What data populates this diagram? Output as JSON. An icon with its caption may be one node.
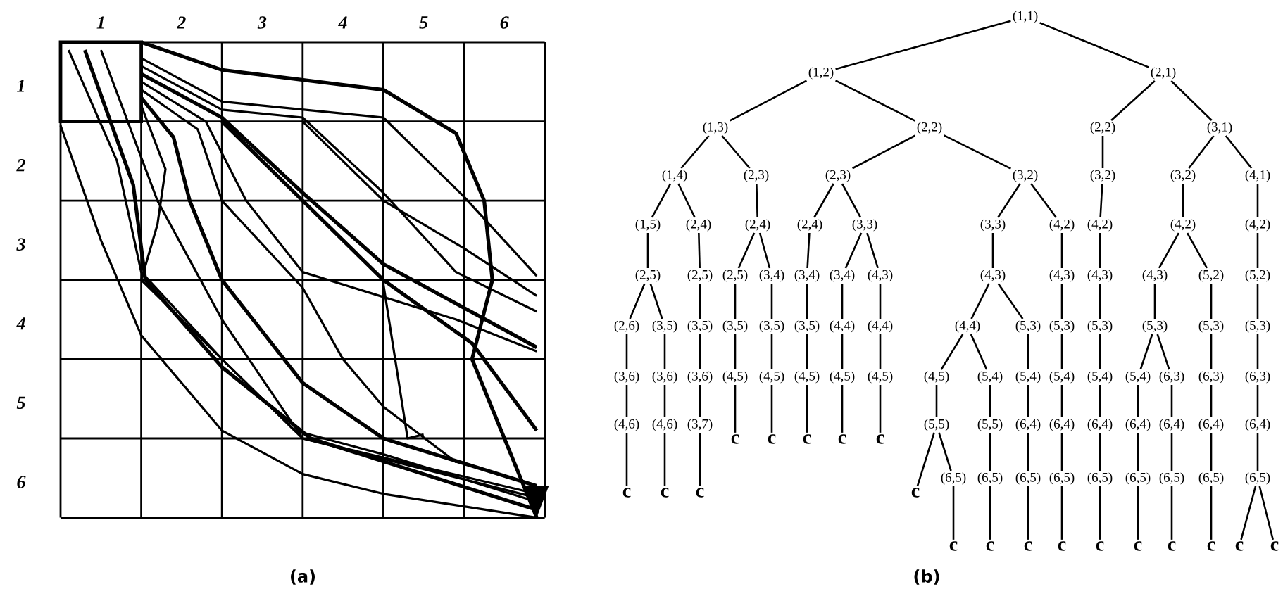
{
  "diagram": {
    "nodes": [
      {
        "text": [
          "(1,1)"
        ]
      },
      {
        "text": [
          "(1,2)"
        ]
      },
      {
        "text": [
          "(2,1)"
        ]
      },
      {
        "text": [
          "(1,3)"
        ]
      },
      {
        "text": [
          "(2,2)"
        ]
      },
      {
        "text": [
          "(2,2)"
        ]
      },
      {
        "text": [
          "(3,1)"
        ]
      },
      {
        "text": [
          "(1,4)"
        ]
      },
      {
        "text": [
          "(2,3)"
        ]
      },
      {
        "text": [
          "(2,3)"
        ]
      },
      {
        "text": [
          "(3,2)"
        ]
      },
      {
        "text": [
          "(3,2)"
        ]
      },
      {
        "text": [
          "(3,2)"
        ]
      },
      {
        "text": [
          "(4,1)"
        ]
      },
      {
        "text": [
          "(1,5)"
        ]
      },
      {
        "text": [
          "(2,4)"
        ]
      },
      {
        "text": [
          "(2,4)"
        ]
      },
      {
        "text": [
          "(2,4)"
        ]
      },
      {
        "text": [
          "(3,3)"
        ]
      },
      {
        "text": [
          "(3,3)"
        ]
      },
      {
        "text": [
          "(4,2)"
        ]
      },
      {
        "text": [
          "(4,2)"
        ]
      },
      {
        "text": [
          "(4,2)"
        ]
      },
      {
        "text": [
          "(4,2)"
        ]
      },
      {
        "text": [
          "(2,5)"
        ]
      },
      {
        "text": [
          "(2,5)"
        ]
      },
      {
        "text": [
          "(2,5)"
        ]
      },
      {
        "text": [
          "(3,4)"
        ]
      },
      {
        "text": [
          "(3,4)"
        ]
      },
      {
        "text": [
          "(3,4)"
        ]
      },
      {
        "text": [
          "(4,3)"
        ]
      },
      {
        "text": [
          "(4,3)"
        ]
      },
      {
        "text": [
          "(4,3)"
        ]
      },
      {
        "text": [
          "(4,3)"
        ]
      },
      {
        "text": [
          "(4,3)"
        ]
      },
      {
        "text": [
          "(5,2)"
        ]
      },
      {
        "text": [
          "(5,2)"
        ]
      },
      {
        "text": [
          "(2,6)"
        ]
      },
      {
        "text": [
          "(3,5)"
        ]
      },
      {
        "text": [
          "(3,5)"
        ]
      },
      {
        "text": [
          "(3,5)"
        ]
      },
      {
        "text": [
          "(3,5)"
        ]
      },
      {
        "text": [
          "(3,5)"
        ]
      },
      {
        "text": [
          "(4,4)"
        ]
      },
      {
        "text": [
          "(4,4)"
        ]
      },
      {
        "text": [
          "(4,4)"
        ]
      },
      {
        "text": [
          "(5,3)"
        ]
      },
      {
        "text": [
          "(5,3)"
        ]
      },
      {
        "text": [
          "(5,3)"
        ]
      },
      {
        "text": [
          "(5,3)"
        ]
      },
      {
        "text": [
          "(5,3)"
        ]
      },
      {
        "text": [
          "(5,3)"
        ]
      },
      {
        "text": [
          "(3,6)"
        ]
      },
      {
        "text": [
          "(3,6)"
        ]
      },
      {
        "text": [
          "(3,6)"
        ]
      },
      {
        "text": [
          "(4,5)"
        ]
      },
      {
        "text": [
          "(4,5)"
        ]
      },
      {
        "text": [
          "(4,5)"
        ]
      },
      {
        "text": [
          "(4,5)"
        ]
      },
      {
        "text": [
          "(4,5)"
        ]
      },
      {
        "text": [
          "(4,5)"
        ]
      },
      {
        "text": [
          "(5,4)"
        ]
      },
      {
        "text": [
          "(5,4)"
        ]
      },
      {
        "text": [
          "(5,4)"
        ]
      },
      {
        "text": [
          "(5,4)"
        ]
      },
      {
        "text": [
          "(5,4)"
        ]
      },
      {
        "text": [
          "(6,3)"
        ]
      },
      {
        "text": [
          "(6,3)"
        ]
      },
      {
        "text": [
          "(6,3)"
        ]
      },
      {
        "text": [
          "(4,6)"
        ]
      },
      {
        "text": [
          "(4,6)"
        ]
      },
      {
        "text": [
          "(3,7)"
        ]
      },
      {
        "text": [
          "c"
        ]
      },
      {
        "text": [
          "c"
        ]
      },
      {
        "text": [
          "c"
        ]
      },
      {
        "text": [
          "c"
        ]
      },
      {
        "text": [
          "c"
        ]
      },
      {
        "text": [
          "(5,5)"
        ]
      },
      {
        "text": [
          "(5,5)"
        ]
      },
      {
        "text": [
          "(6,4)"
        ]
      },
      {
        "text": [
          "(6,4)"
        ]
      },
      {
        "text": [
          "(6,4)"
        ]
      },
      {
        "text": [
          "(6,4)"
        ]
      },
      {
        "text": [
          "(6,4)"
        ]
      },
      {
        "text": [
          "(6,4)"
        ]
      },
      {
        "text": [
          "(6,4)"
        ]
      },
      {
        "text": [
          "c"
        ]
      },
      {
        "text": [
          "c"
        ]
      },
      {
        "text": [
          "c"
        ]
      },
      {
        "text": [
          "c"
        ]
      },
      {
        "text": [
          "(6,5)"
        ]
      },
      {
        "text": [
          "(6,5)"
        ]
      },
      {
        "text": [
          "(6,5)"
        ]
      },
      {
        "text": [
          "(6,5)"
        ]
      },
      {
        "text": [
          "(6,5)"
        ]
      },
      {
        "text": [
          "(6,5)"
        ]
      },
      {
        "text": [
          "(6,5)"
        ]
      },
      {
        "text": [
          "(6,5)"
        ]
      },
      {
        "text": [
          "(6,5)"
        ]
      },
      {
        "text": [
          "c"
        ]
      },
      {
        "text": [
          "c"
        ]
      },
      {
        "text": [
          "c"
        ]
      },
      {
        "text": [
          "c"
        ]
      },
      {
        "text": [
          "c"
        ]
      },
      {
        "text": [
          "c"
        ]
      },
      {
        "text": [
          "c"
        ]
      },
      {
        "text": [
          "c"
        ]
      },
      {
        "text": [
          "c"
        ]
      },
      {
        "text": [
          "c"
        ]
      }
    ],
    "edges": [
      {
        "from": 0,
        "to": 1,
        "arrow": "none"
      },
      {
        "from": 0,
        "to": 2,
        "arrow": "none"
      },
      {
        "from": 1,
        "to": 3,
        "arrow": "none"
      },
      {
        "from": 1,
        "to": 4,
        "arrow": "none"
      },
      {
        "from": 2,
        "to": 5,
        "arrow": "none"
      },
      {
        "from": 2,
        "to": 6,
        "arrow": "none"
      },
      {
        "from": 3,
        "to": 7,
        "arrow": "none"
      },
      {
        "from": 3,
        "to": 8,
        "arrow": "none"
      },
      {
        "from": 4,
        "to": 9,
        "arrow": "none"
      },
      {
        "from": 4,
        "to": 10,
        "arrow": "none"
      },
      {
        "from": 5,
        "to": 11,
        "arrow": "none"
      },
      {
        "from": 6,
        "to": 12,
        "arrow": "none"
      },
      {
        "from": 6,
        "to": 13,
        "arrow": "none"
      },
      {
        "from": 7,
        "to": 14,
        "arrow": "none"
      },
      {
        "from": 7,
        "to": 15,
        "arrow": "none"
      },
      {
        "from": 8,
        "to": 16,
        "arrow": "none"
      },
      {
        "from": 9,
        "to": 17,
        "arrow": "none"
      },
      {
        "from": 9,
        "to": 18,
        "arrow": "none"
      },
      {
        "from": 10,
        "to": 19,
        "arrow": "none"
      },
      {
        "from": 10,
        "to": 20,
        "arrow": "none"
      },
      {
        "from": 11,
        "to": 21,
        "arrow": "none"
      },
      {
        "from": 12,
        "to": 22,
        "arrow": "none"
      },
      {
        "from": 13,
        "to": 23,
        "arrow": "none"
      },
      {
        "from": 14,
        "to": 24,
        "arrow": "none"
      },
      {
        "from": 15,
        "to": 25,
        "arrow": "none"
      },
      {
        "from": 16,
        "to": 26,
        "arrow": "none"
      },
      {
        "from": 16,
        "to": 27,
        "arrow": "none"
      },
      {
        "from": 17,
        "to": 28,
        "arrow": "none"
      },
      {
        "from": 18,
        "to": 29,
        "arrow": "none"
      },
      {
        "from": 18,
        "to": 30,
        "arrow": "none"
      },
      {
        "from": 19,
        "to": 31,
        "arrow": "none"
      },
      {
        "from": 20,
        "to": 32,
        "arrow": "none"
      },
      {
        "from": 21,
        "to": 33,
        "arrow": "none"
      },
      {
        "from": 22,
        "to": 34,
        "arrow": "none"
      },
      {
        "from": 22,
        "to": 35,
        "arrow": "none"
      },
      {
        "from": 23,
        "to": 36,
        "arrow": "none"
      },
      {
        "from": 24,
        "to": 37,
        "arrow": "none"
      },
      {
        "from": 24,
        "to": 38,
        "arrow": "none"
      },
      {
        "from": 25,
        "to": 39,
        "arrow": "none"
      },
      {
        "from": 26,
        "to": 40,
        "arrow": "none"
      },
      {
        "from": 27,
        "to": 41,
        "arrow": "none"
      },
      {
        "from": 28,
        "to": 42,
        "arrow": "none"
      },
      {
        "from": 29,
        "to": 43,
        "arrow": "none"
      },
      {
        "from": 30,
        "to": 44,
        "arrow": "none"
      },
      {
        "from": 31,
        "to": 45,
        "arrow": "none"
      },
      {
        "from": 31,
        "to": 46,
        "arrow": "none"
      },
      {
        "from": 32,
        "to": 47,
        "arrow": "none"
      },
      {
        "from": 33,
        "to": 48,
        "arrow": "none"
      },
      {
        "from": 34,
        "to": 49,
        "arrow": "none"
      },
      {
        "from": 35,
        "to": 50,
        "arrow": "none"
      },
      {
        "from": 36,
        "to": 51,
        "arrow": "none"
      },
      {
        "from": 37,
        "to": 52,
        "arrow": "none"
      },
      {
        "from": 38,
        "to": 53,
        "arrow": "none"
      },
      {
        "from": 39,
        "to": 54,
        "arrow": "none"
      },
      {
        "from": 40,
        "to": 55,
        "arrow": "none"
      },
      {
        "from": 41,
        "to": 56,
        "arrow": "none"
      },
      {
        "from": 42,
        "to": 57,
        "arrow": "none"
      },
      {
        "from": 43,
        "to": 58,
        "arrow": "none"
      },
      {
        "from": 44,
        "to": 59,
        "arrow": "none"
      },
      {
        "from": 45,
        "to": 60,
        "arrow": "none"
      },
      {
        "from": 45,
        "to": 61,
        "arrow": "none"
      },
      {
        "from": 46,
        "to": 62,
        "arrow": "none"
      },
      {
        "from": 47,
        "to": 63,
        "arrow": "none"
      },
      {
        "from": 48,
        "to": 64,
        "arrow": "none"
      },
      {
        "from": 49,
        "to": 65,
        "arrow": "none"
      },
      {
        "from": 49,
        "to": 66,
        "arrow": "none"
      },
      {
        "from": 50,
        "to": 67,
        "arrow": "none"
      },
      {
        "from": 51,
        "to": 68,
        "arrow": "none"
      },
      {
        "from": 52,
        "to": 69,
        "arrow": "none"
      },
      {
        "from": 53,
        "to": 70,
        "arrow": "none"
      },
      {
        "from": 54,
        "to": 71,
        "arrow": "none"
      },
      {
        "from": 55,
        "to": 72,
        "arrow": "none"
      },
      {
        "from": 56,
        "to": 73,
        "arrow": "none"
      },
      {
        "from": 57,
        "to": 74,
        "arrow": "none"
      },
      {
        "from": 58,
        "to": 75,
        "arrow": "none"
      },
      {
        "from": 59,
        "to": 76,
        "arrow": "none"
      },
      {
        "from": 60,
        "to": 77,
        "arrow": "none"
      },
      {
        "from": 61,
        "to": 78,
        "arrow": "none"
      },
      {
        "from": 62,
        "to": 79,
        "arrow": "none"
      },
      {
        "from": 63,
        "to": 80,
        "arrow": "none"
      },
      {
        "from": 64,
        "to": 81,
        "arrow": "none"
      },
      {
        "from": 65,
        "to": 82,
        "arrow": "none"
      },
      {
        "from": 66,
        "to": 83,
        "arrow": "none"
      },
      {
        "from": 67,
        "to": 84,
        "arrow": "none"
      },
      {
        "from": 68,
        "to": 85,
        "arrow": "none"
      },
      {
        "from": 69,
        "to": 86,
        "arrow": "none"
      },
      {
        "from": 70,
        "to": 87,
        "arrow": "none"
      },
      {
        "from": 71,
        "to": 88,
        "arrow": "none"
      },
      {
        "from": 77,
        "to": 89,
        "arrow": "none"
      },
      {
        "from": 77,
        "to": 90,
        "arrow": "none"
      },
      {
        "from": 78,
        "to": 91,
        "arrow": "none"
      },
      {
        "from": 79,
        "to": 92,
        "arrow": "none"
      },
      {
        "from": 80,
        "to": 93,
        "arrow": "none"
      },
      {
        "from": 81,
        "to": 94,
        "arrow": "none"
      },
      {
        "from": 82,
        "to": 95,
        "arrow": "none"
      },
      {
        "from": 83,
        "to": 96,
        "arrow": "none"
      },
      {
        "from": 84,
        "to": 97,
        "arrow": "none"
      },
      {
        "from": 85,
        "to": 98,
        "arrow": "none"
      },
      {
        "from": 90,
        "to": 99,
        "arrow": "none"
      },
      {
        "from": 91,
        "to": 100,
        "arrow": "none"
      },
      {
        "from": 92,
        "to": 101,
        "arrow": "none"
      },
      {
        "from": 93,
        "to": 102,
        "arrow": "none"
      },
      {
        "from": 94,
        "to": 103,
        "arrow": "none"
      },
      {
        "from": 95,
        "to": 104,
        "arrow": "none"
      },
      {
        "from": 96,
        "to": 105,
        "arrow": "none"
      },
      {
        "from": 97,
        "to": 106,
        "arrow": "none"
      },
      {
        "from": 98,
        "to": 107,
        "arrow": "none"
      },
      {
        "from": 98,
        "to": 108,
        "arrow": "none"
      }
    ],
    "labels": [
      "1",
      "2",
      "3",
      "4",
      "5",
      "6",
      "1",
      "2",
      "3",
      "4",
      "5",
      "6",
      "(a)",
      "(b)"
    ]
  }
}
